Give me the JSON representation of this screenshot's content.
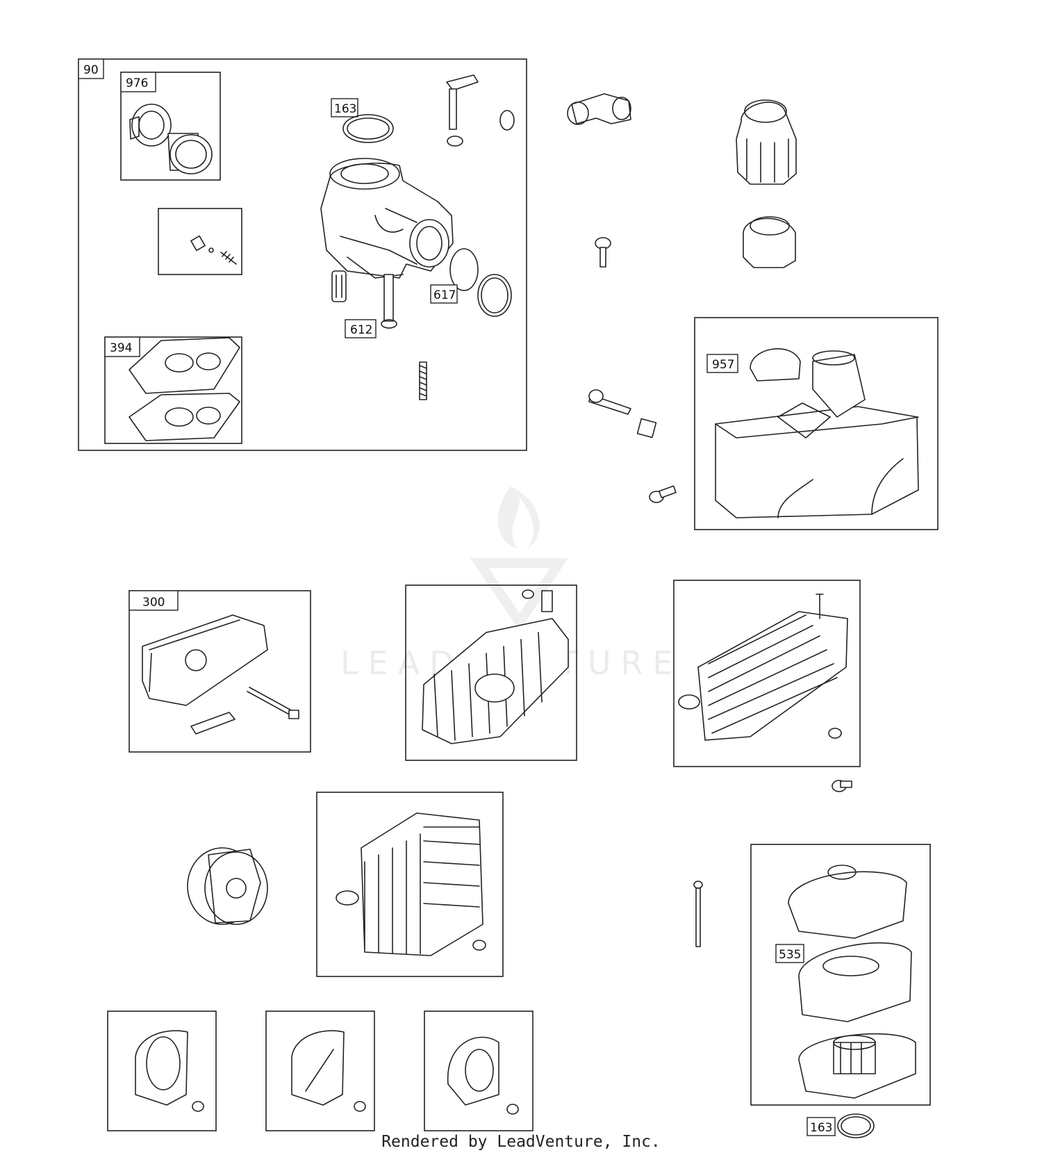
{
  "callouts": {
    "c90": "90",
    "c976": "976",
    "c163_top": "163",
    "c617": "617",
    "c612": "612",
    "c394": "394",
    "c957": "957",
    "c300": "300",
    "c535": "535",
    "c163_bottom": "163"
  },
  "watermark": {
    "text": "LEADVENTURE"
  },
  "footer": {
    "text": "Rendered by LeadVenture, Inc."
  },
  "colors": {
    "line": "#222222",
    "background": "#ffffff",
    "watermark": "#dcdcdc"
  }
}
